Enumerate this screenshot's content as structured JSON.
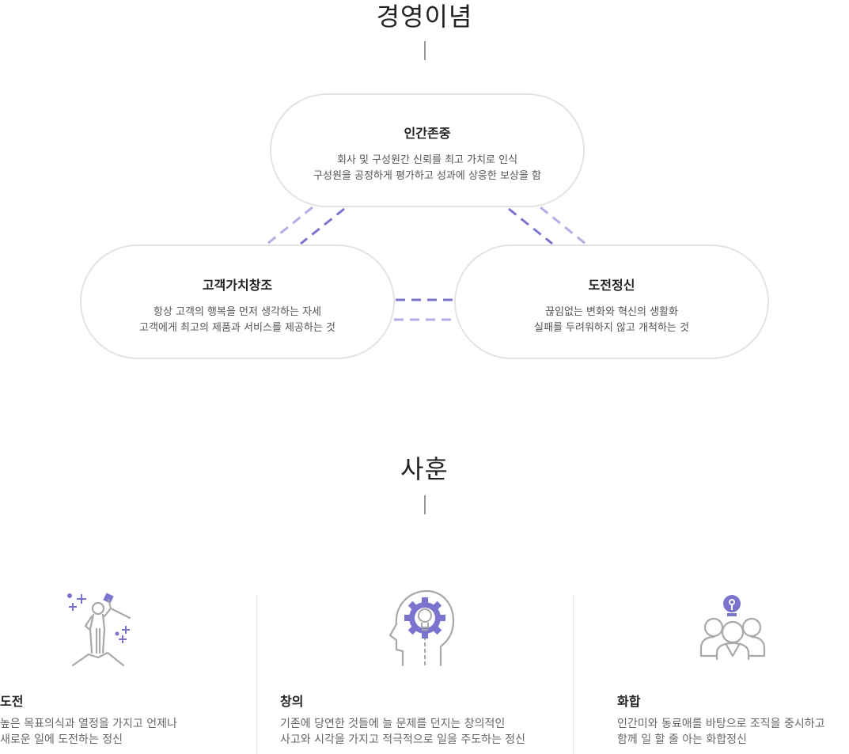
{
  "philosophy": {
    "title": "경영이념",
    "pills": [
      {
        "title": "인간존중",
        "lines": [
          "회사 및 구성원간 신뢰를 최고 가치로 인식",
          "구성원을 공정하게 평가하고 성과에 상응한 보상을 함"
        ]
      },
      {
        "title": "고객가치창조",
        "lines": [
          "항상 고객의 행복을 먼저 생각하는 자세",
          "고객에게 최고의 제품과 서비스를 제공하는 것"
        ]
      },
      {
        "title": "도전정신",
        "lines": [
          "끊임없는 변화와 혁신의 생활화",
          "실패를 두려워하지 않고 개척하는 것"
        ]
      }
    ]
  },
  "motto": {
    "title": "사훈",
    "values": [
      {
        "title": "도전",
        "icon": "climber-flag-icon",
        "lines": [
          "높은 목표의식과 열정을 가지고 언제나",
          "새로운 일에 도전하는 정신"
        ]
      },
      {
        "title": "창의",
        "icon": "head-gear-bulb-icon",
        "lines": [
          "기존에 당연한 것들에 늘 문제를 던지는 창의적인",
          "사고와 시각을 가지고 적극적으로 일을 주도하는 정신"
        ]
      },
      {
        "title": "화합",
        "icon": "team-bulb-icon",
        "lines": [
          "인간미와 동료애를 바탕으로 조직을 중시하고",
          "함께 일 할 줄 아는 화합정신"
        ]
      }
    ]
  },
  "colors": {
    "accent": "#7b74cf",
    "accent_light": "#b3aee3",
    "icon_gray": "#a8a8a8",
    "border": "#e3e3e3"
  }
}
